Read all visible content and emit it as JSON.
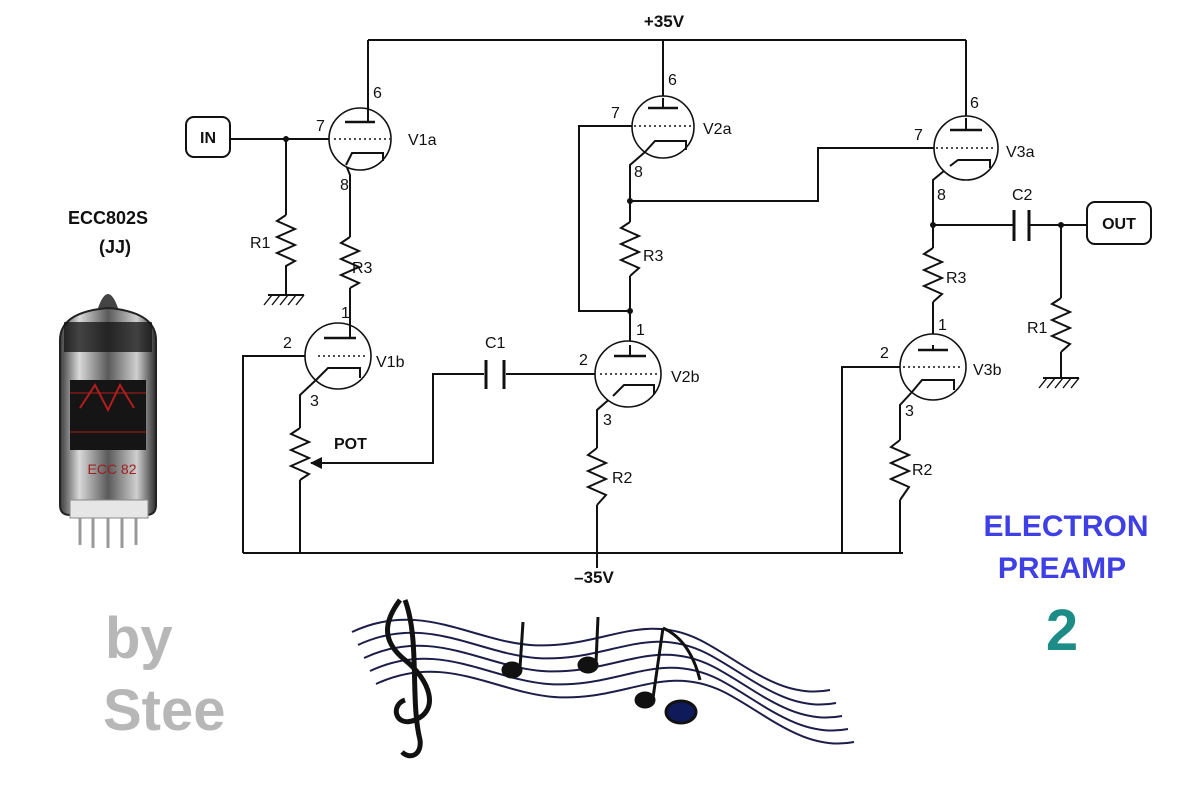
{
  "rails": {
    "positive": "+35V",
    "negative": "–35V"
  },
  "ports": {
    "input": "IN",
    "output": "OUT"
  },
  "tubes": [
    {
      "name": "V1a",
      "pins": [
        "6",
        "7",
        "8"
      ]
    },
    {
      "name": "V1b",
      "pins": [
        "1",
        "2",
        "3"
      ]
    },
    {
      "name": "V2a",
      "pins": [
        "6",
        "7",
        "8"
      ]
    },
    {
      "name": "V2b",
      "pins": [
        "1",
        "2",
        "3"
      ]
    },
    {
      "name": "V3a",
      "pins": [
        "6",
        "7",
        "8"
      ]
    },
    {
      "name": "V3b",
      "pins": [
        "1",
        "2",
        "3"
      ]
    }
  ],
  "components": {
    "r1_in": "R1",
    "r3_v1": "R3",
    "pot": "POT",
    "c1": "C1",
    "r3_v2": "R3",
    "r2_v2": "R2",
    "r3_v3": "R3",
    "r2_v3": "R2",
    "c2": "C2",
    "r1_out": "R1"
  },
  "tube_photo": {
    "model": "ECC802S",
    "maker": "(JJ)",
    "marking": "ECC 82"
  },
  "title": {
    "line1": "ELECTRON",
    "line2": "PREAMP",
    "number": "2"
  },
  "credit": {
    "line1": "by",
    "line2": "Stee"
  },
  "colors": {
    "title": "#3f3fe6",
    "number": "#1e8c86",
    "credit": "#b7b7b7"
  },
  "decoration": "music-staff-notes"
}
